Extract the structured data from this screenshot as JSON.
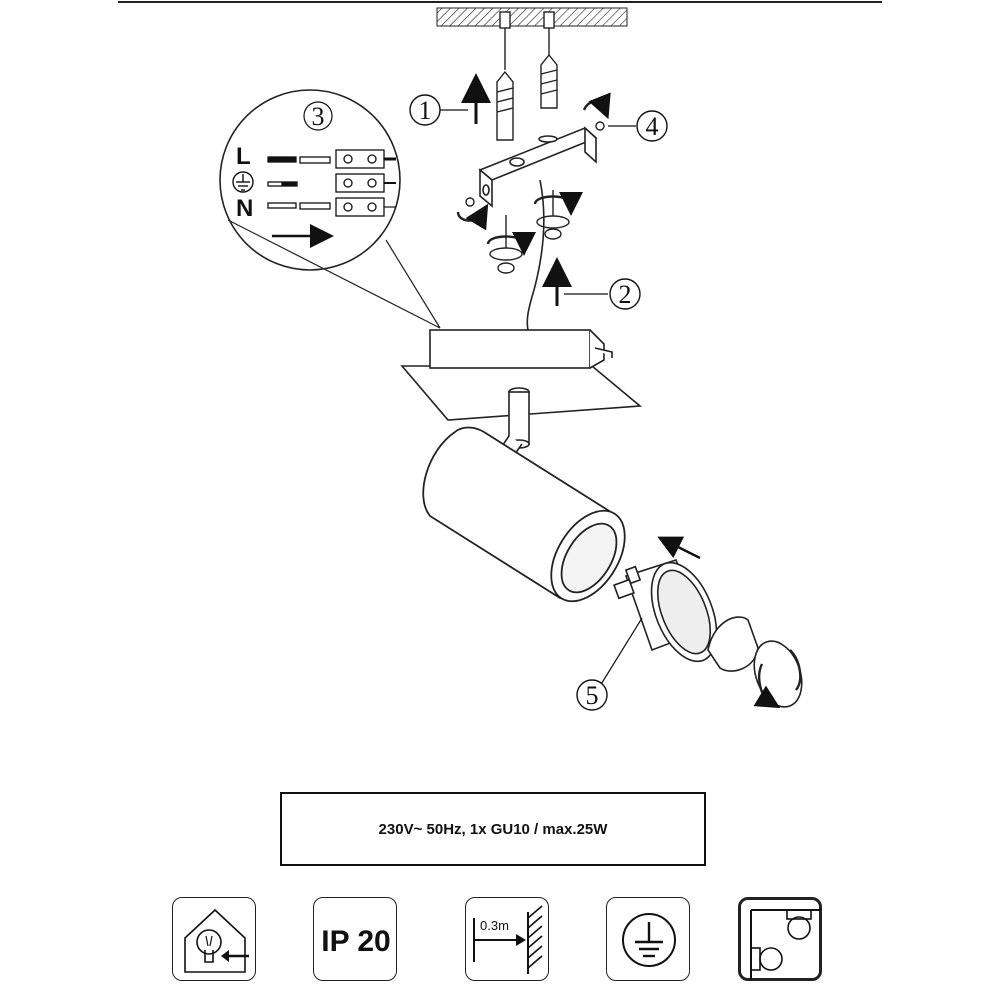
{
  "steps": [
    "1",
    "2",
    "3",
    "4",
    "5"
  ],
  "wiring": {
    "live": "L",
    "neutral": "N"
  },
  "spec": "230V~ 50Hz, 1x GU10 / max.25W",
  "icons": [
    {
      "name": "lamp-replace-icon"
    },
    {
      "name": "ip-rating-icon",
      "label": "IP 20"
    },
    {
      "name": "min-distance-icon",
      "label": "0.3m"
    },
    {
      "name": "earth-ground-icon"
    },
    {
      "name": "wall-ceiling-mount-icon"
    }
  ]
}
